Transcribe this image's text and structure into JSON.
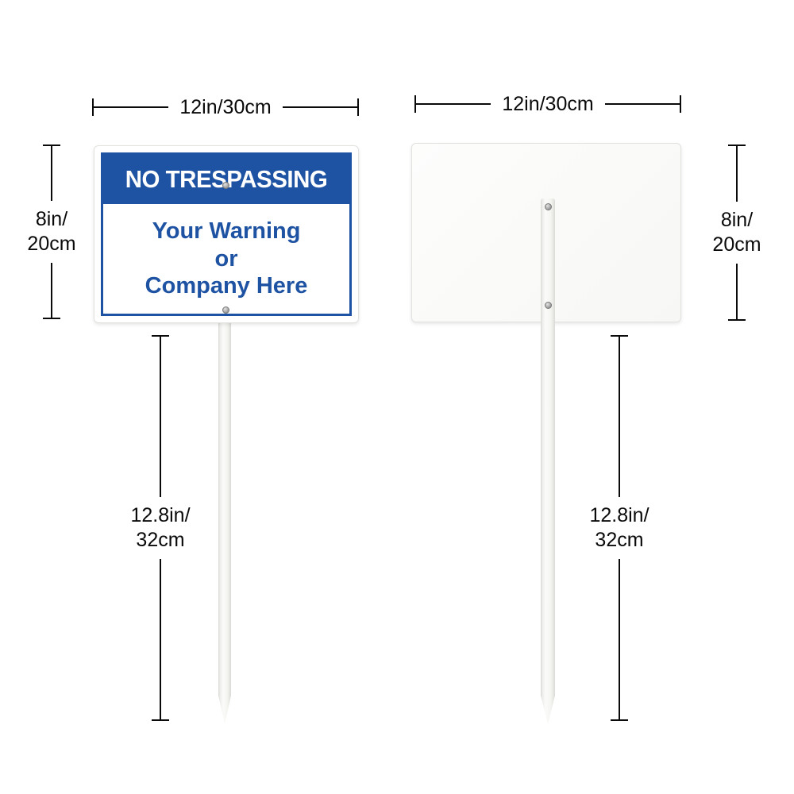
{
  "sign": {
    "header": "NO TRESPASSING",
    "body_line1": "Your Warning",
    "body_line2": "or",
    "body_line3": "Company Here"
  },
  "dimensions": {
    "width_label": "12in/30cm",
    "height_label_line1": "8in/",
    "height_label_line2": "20cm",
    "stake_label_line1": "12.8in/",
    "stake_label_line2": "32cm"
  },
  "colors": {
    "sign_blue": "#1e52a2",
    "dim_color": "#0a0a0a"
  }
}
